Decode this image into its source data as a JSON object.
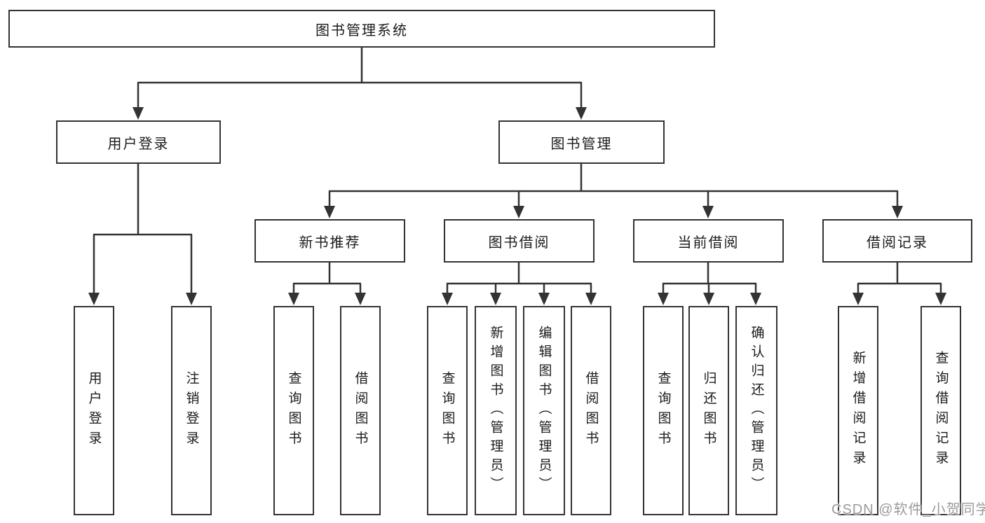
{
  "colors": {
    "background": "#ffffff",
    "line": "#333333",
    "box_border": "#333333",
    "text": "#1b1b1b",
    "watermark_text": "#9b9b9b"
  },
  "tree": {
    "root": {
      "label": "图书管理系统"
    },
    "branches": [
      {
        "label": "用户登录",
        "leaves": [
          {
            "label": "用户登录"
          },
          {
            "label": "注销登录"
          }
        ]
      },
      {
        "label": "图书管理",
        "groups": [
          {
            "label": "新书推荐",
            "leaves": [
              {
                "label": "查询图书"
              },
              {
                "label": "借阅图书"
              }
            ]
          },
          {
            "label": "图书借阅",
            "leaves": [
              {
                "label": "查询图书"
              },
              {
                "label": "新增图书（管理员）"
              },
              {
                "label": "编辑图书（管理员）"
              },
              {
                "label": "借阅图书"
              }
            ]
          },
          {
            "label": "当前借阅",
            "leaves": [
              {
                "label": "查询图书"
              },
              {
                "label": "归还图书"
              },
              {
                "label": "确认归还（管理员）"
              }
            ]
          },
          {
            "label": "借阅记录",
            "leaves": [
              {
                "label": "新增借阅记录"
              },
              {
                "label": "查询借阅记录"
              }
            ]
          }
        ]
      }
    ]
  },
  "watermark": {
    "text": "CSDN @软件_小贺同学"
  }
}
